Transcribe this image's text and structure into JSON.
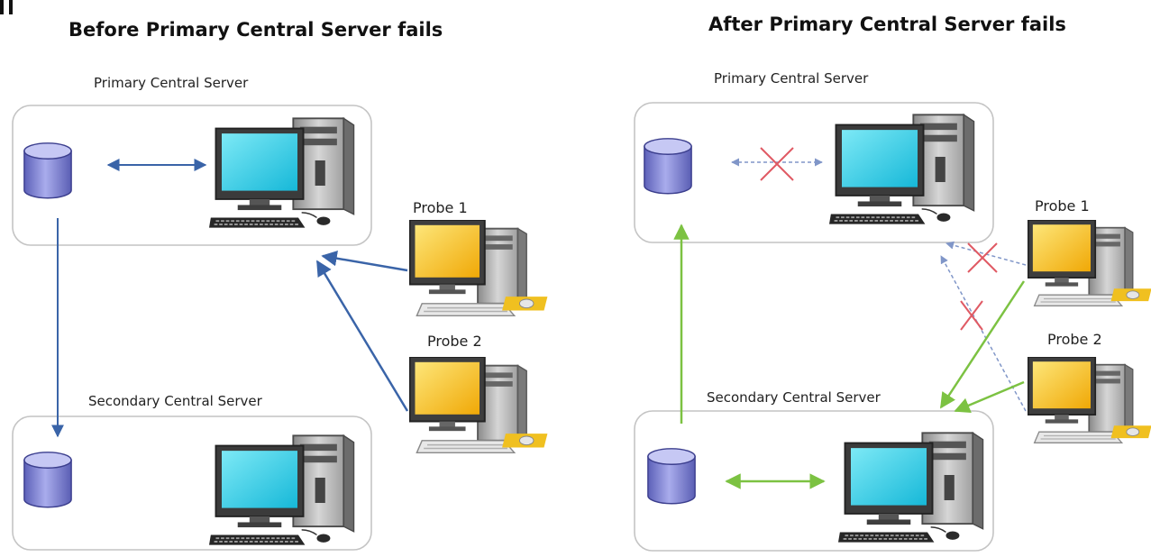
{
  "left_panel": {
    "title": "Before Primary Central Server fails",
    "primary_label": "Primary Central Server",
    "secondary_label": "Secondary Central Server",
    "probe1_label": "Probe 1",
    "probe2_label": "Probe 2"
  },
  "right_panel": {
    "title": "After Primary Central Server fails",
    "primary_label": "Primary Central Server",
    "secondary_label": "Secondary Central Server",
    "probe1_label": "Probe 1",
    "probe2_label": "Probe 2"
  },
  "colors": {
    "link_active_left": "#3a64a8",
    "link_active_right": "#7cc242",
    "link_failed": "#8096c8",
    "fail_mark": "#e05a64",
    "database": "#7e82d6",
    "server_screen": "#3fd2e8",
    "probe_screen": "#f6c21a"
  }
}
